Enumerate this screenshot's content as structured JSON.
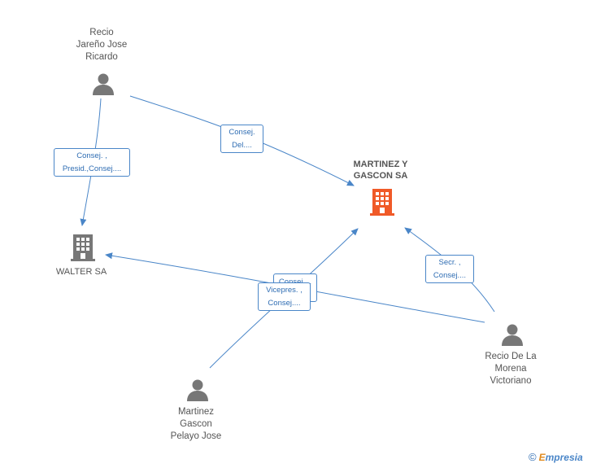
{
  "nodes": {
    "recio_jareno": {
      "label": "Recio\nJareño Jose\nRicardo",
      "icon": "person-icon"
    },
    "walter": {
      "label": "WALTER SA",
      "icon": "building-icon"
    },
    "martinez_gascon_sa": {
      "label": "MARTINEZ Y\nGASCON SA",
      "icon": "building-icon",
      "color": "#f05a28"
    },
    "recio_morena": {
      "label": "Recio De La\nMorena\nVictoriano",
      "icon": "person-icon"
    },
    "martinez_gascon_pelayo": {
      "label": "Martinez\nGascon\nPelayo Jose",
      "icon": "person-icon"
    }
  },
  "edges": {
    "e1": {
      "label": "Consej. ,\nPresid.,Consej...."
    },
    "e2": {
      "label": "Consej.\nDel...."
    },
    "e3": {
      "label": "Secr. ,\nConsej...."
    },
    "e4": {
      "label": "Consej...."
    },
    "e5": {
      "label": "Vicepres. ,\nConsej...."
    }
  },
  "colors": {
    "edge": "#4a86c8",
    "person": "#777777",
    "building": "#777777",
    "main_company": "#f05a28"
  },
  "footer": {
    "copyright": "©",
    "brand_first": "E",
    "brand_rest": "mpresia"
  }
}
